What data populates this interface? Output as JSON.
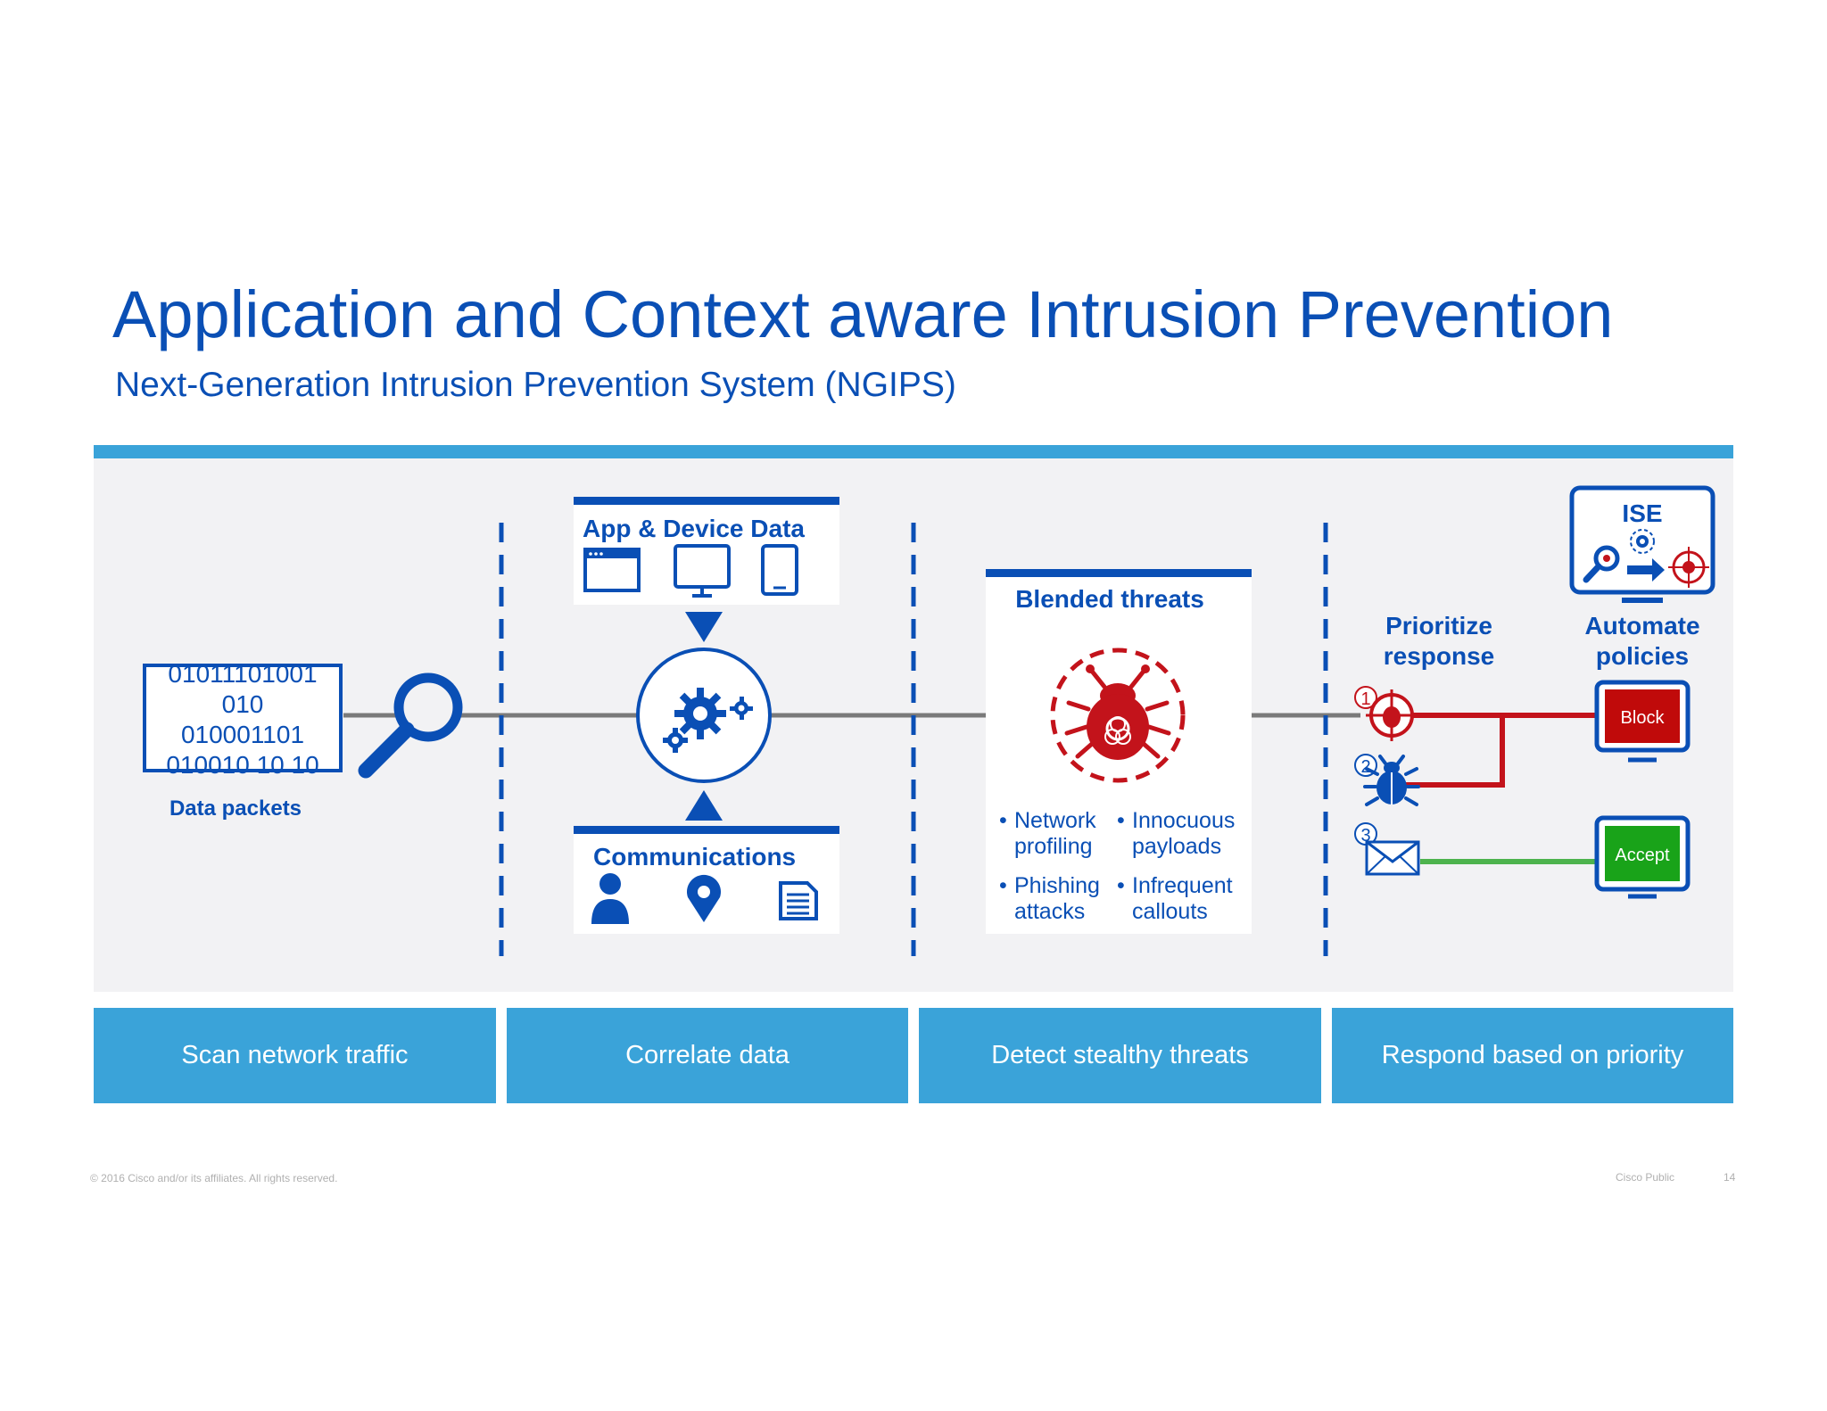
{
  "title": "Application and Context aware Intrusion Prevention",
  "subtitle": "Next-Generation Intrusion Prevention System (NGIPS)",
  "scan": {
    "binary_lines": [
      "01011101001",
      "010",
      "010001101",
      "010010 10 10"
    ],
    "label": "Data packets"
  },
  "correlate": {
    "app_device_title": "App & Device Data",
    "communications_title": "Communications"
  },
  "detect": {
    "title": "Blended threats",
    "bullets": [
      [
        "Network",
        "profiling"
      ],
      [
        "Innocuous",
        "payloads"
      ],
      [
        "Phishing",
        "attacks"
      ],
      [
        "Infrequent",
        "callouts"
      ]
    ]
  },
  "respond": {
    "ise_label": "ISE",
    "prioritize_label": [
      "Prioritize",
      "response"
    ],
    "automate_label": [
      "Automate",
      "policies"
    ],
    "numbers": [
      "1",
      "2",
      "3"
    ],
    "block_label": "Block",
    "accept_label": "Accept"
  },
  "stages": [
    "Scan network traffic",
    "Correlate data",
    "Detect stealthy threats",
    "Respond based on priority"
  ],
  "footer": {
    "copyright": "© 2016 Cisco and/or its affiliates. All rights reserved.",
    "classification": "Cisco Public",
    "page_number": "14"
  },
  "colors": {
    "brand_blue": "#0a4fb5",
    "light_blue": "#3aa3d9",
    "threat_red": "#c3131b",
    "accept_green": "#19a319",
    "panel_gray": "#f2f2f4"
  }
}
